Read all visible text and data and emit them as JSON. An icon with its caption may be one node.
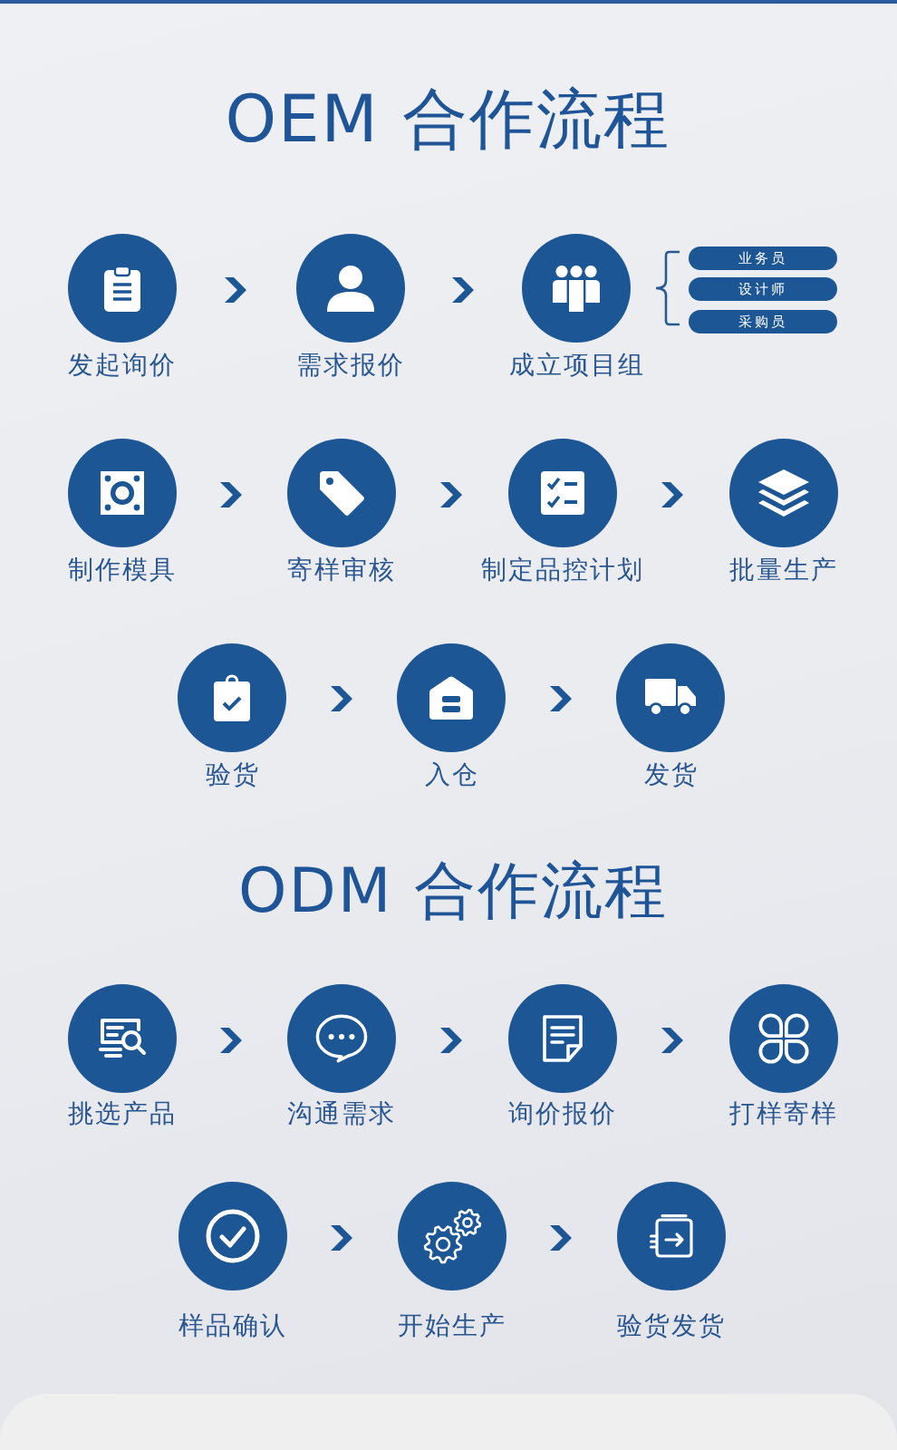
{
  "diagram": {
    "nodes": [
      {
        "text": [
          "发起询价"
        ]
      },
      {
        "text": [
          "需求报价"
        ]
      },
      {
        "text": [
          "成立项目组"
        ]
      },
      {
        "text": [
          "业务员"
        ]
      },
      {
        "text": [
          "设计师"
        ]
      },
      {
        "text": [
          "采购员"
        ]
      },
      {
        "text": [
          "制作模具"
        ]
      },
      {
        "text": [
          "寄样审核"
        ]
      },
      {
        "text": [
          "制定品控计划"
        ]
      },
      {
        "text": [
          "批量生产"
        ]
      },
      {
        "text": [
          "验货"
        ]
      },
      {
        "text": [
          "入仓"
        ]
      },
      {
        "text": [
          "发货"
        ]
      },
      {
        "text": [
          "挑选产品"
        ]
      },
      {
        "text": [
          "沟通需求"
        ]
      },
      {
        "text": [
          "询价报价"
        ]
      },
      {
        "text": [
          "打样寄样"
        ]
      },
      {
        "text": [
          "样品确认"
        ]
      },
      {
        "text": [
          "开始生产"
        ]
      },
      {
        "text": [
          "验货发货"
        ]
      }
    ],
    "edges": [
      {
        "from": 0,
        "to": 1,
        "arrow": "to"
      },
      {
        "from": 1,
        "to": 2,
        "arrow": "to"
      },
      {
        "from": 6,
        "to": 7,
        "arrow": "to"
      },
      {
        "from": 7,
        "to": 8,
        "arrow": "to"
      },
      {
        "from": 8,
        "to": 9,
        "arrow": "to"
      },
      {
        "from": 10,
        "to": 11,
        "arrow": "to"
      },
      {
        "from": 11,
        "to": 12,
        "arrow": "to"
      },
      {
        "from": 13,
        "to": 14,
        "arrow": "to"
      },
      {
        "from": 14,
        "to": 15,
        "arrow": "to"
      },
      {
        "from": 15,
        "to": 16,
        "arrow": "to"
      },
      {
        "from": 17,
        "to": 18,
        "arrow": "to"
      },
      {
        "from": 18,
        "to": 19,
        "arrow": "to"
      }
    ],
    "labels": [
      "OEM 合作流程",
      "ODM 合作流程"
    ]
  }
}
